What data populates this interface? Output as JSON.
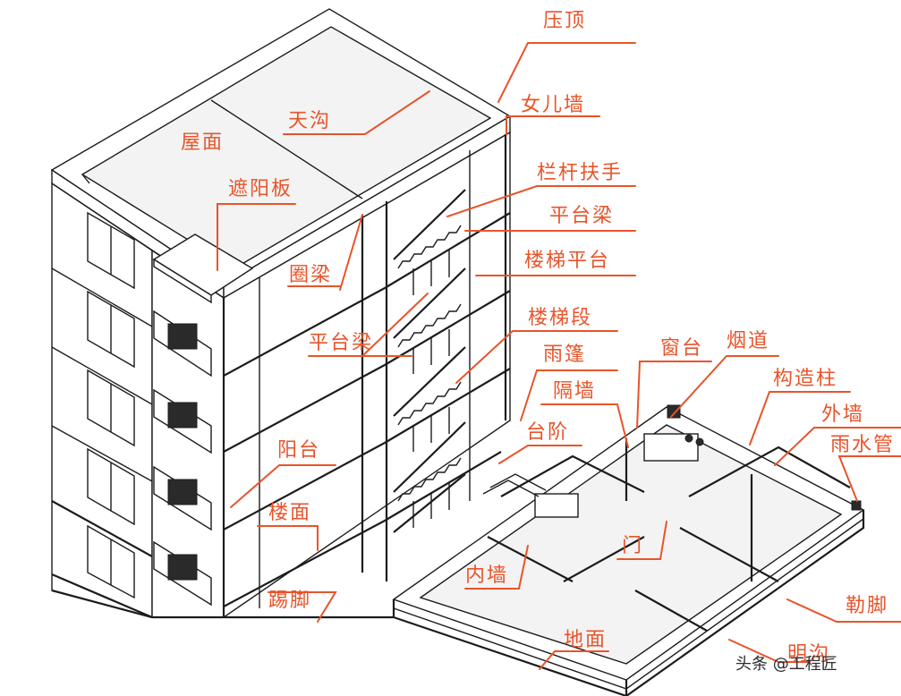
{
  "colors": {
    "label": "#e8542a",
    "leader": "#e8542a",
    "line": "#1c1c1c",
    "watermark": "#2b2b2b"
  },
  "labels": {
    "ya_ding": "压顶",
    "nv_er_qiang": "女儿墙",
    "tian_gou": "天沟",
    "wu_mian": "屋面",
    "zhe_yang_ban": "遮阳板",
    "lan_gan_fu_shou": "栏杆扶手",
    "ping_tai_liang_1": "平台梁",
    "lou_ti_ping_tai": "楼梯平台",
    "quan_liang": "圈梁",
    "lou_ti_duan": "楼梯段",
    "ping_tai_liang_2": "平台梁",
    "yu_peng": "雨篷",
    "chuang_tai": "窗台",
    "yan_dao": "烟道",
    "gou_zao_zhu": "构造柱",
    "ge_qiang": "隔墙",
    "wai_qiang": "外墙",
    "tai_jie": "台阶",
    "yu_shui_guan": "雨水管",
    "yang_tai": "阳台",
    "lou_mian": "楼面",
    "men": "门",
    "nei_qiang": "内墙",
    "le_jiao": "勒脚",
    "ti_jiao": "踢脚",
    "di_mian": "地面",
    "ming_gou": "明沟"
  },
  "watermark": {
    "text": "头条 @工程匠"
  }
}
